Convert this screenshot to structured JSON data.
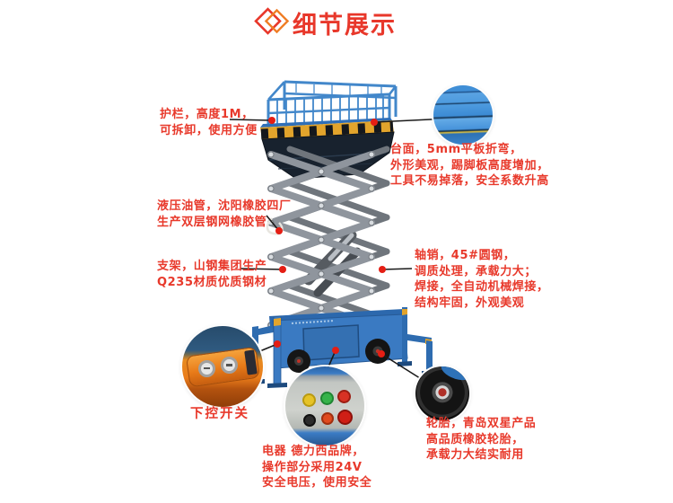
{
  "header": {
    "title": "细节展示",
    "icon": "double-diamond"
  },
  "annotations": {
    "guardrail": {
      "line1": "护栏，高度1M，",
      "line2": "可拆卸，使用方便"
    },
    "platform": {
      "line1": "台面，5mm平板折弯，",
      "line2": "外形美观，踢脚板高度增加，",
      "line3": "工具不易掉落，安全系数升高"
    },
    "hydraulic": {
      "line1": "液压油管，沈阳橡胶四厂",
      "line2": "生产双层钢网橡胶管"
    },
    "support": {
      "line1": "支架，山钢集团生产",
      "line2": "Q235材质优质钢材"
    },
    "axle": {
      "line1": "轴销，45#圆钢，",
      "line2": "调质处理，承载力大；",
      "line3": "焊接，全自动机械焊接，",
      "line4": "结构牢固，外观美观"
    },
    "remote": {
      "label": "下控开关"
    },
    "electric": {
      "line1": "电器 德力西品牌，",
      "line2": "操作部分采用24V",
      "line3": "安全电压，使用安全"
    },
    "tire": {
      "line1": "轮胎，青岛双星产品",
      "line2": "高品质橡胶轮胎，",
      "line3": "承载力大结实耐用"
    }
  },
  "colors": {
    "annotation_red": "#e8392b",
    "title_red": "#e8372a",
    "title_icon_orange": "#ef7d25",
    "callout_dot_red": "#e41e14",
    "callout_line_black": "#1a1a1a",
    "lift_blue": "#3a7ac2",
    "cage_blue": "#4287ca",
    "scissor_gray": "#8f959d",
    "hazard_yellow": "#e2a42c",
    "background": "#ffffff"
  }
}
